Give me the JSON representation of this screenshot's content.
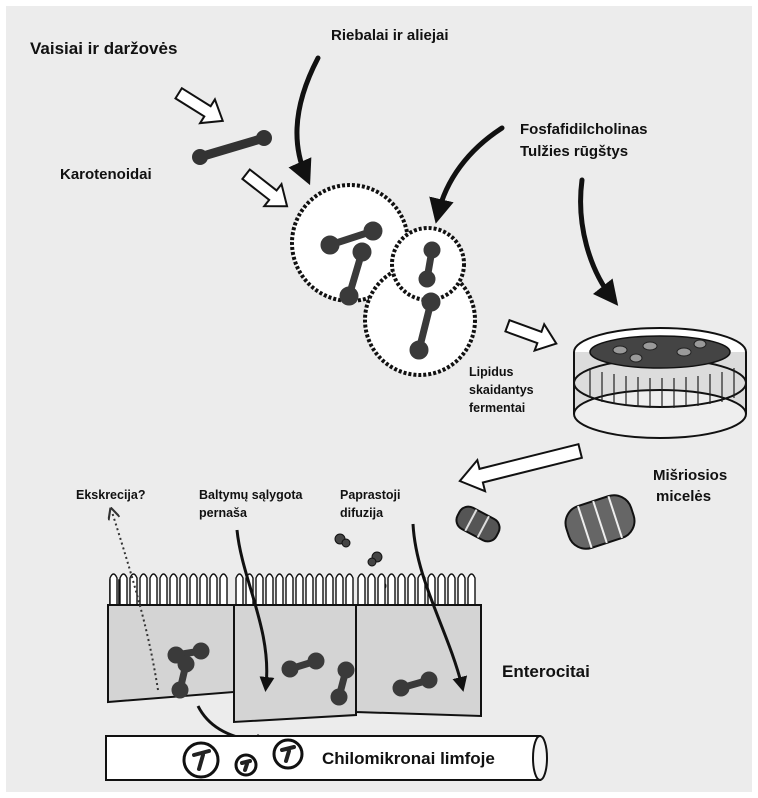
{
  "labels": {
    "fruits_vegetables": "Vaisiai ir daržovės",
    "fats_oils": "Riebalai ir aliejai",
    "phosphatidylcholine": "Fosfafidilcholinas",
    "bile_acids": "Tulžies rūgštys",
    "carotenoids": "Karotenoidai",
    "lipid_enzymes_1": "Lipidus",
    "lipid_enzymes_2": "skaidantys",
    "lipid_enzymes_3": "fermentai",
    "mixed_micelles_1": "Mišriosios",
    "mixed_micelles_2": "micelės",
    "excretion": "Ekskrecija?",
    "protein_transport_1": "Baltymų sąlygota",
    "protein_transport_2": "pernaša",
    "simple_diffusion_1": "Paprastoji",
    "simple_diffusion_2": "difuzija",
    "enterocytes": "Enterocitai",
    "chylomicrons": "Chilomikronai limfoje"
  },
  "colors": {
    "background": "#ececec",
    "cell_fill": "#d4d4d4",
    "molecule": "#3a3a3a",
    "outline": "#111111"
  }
}
